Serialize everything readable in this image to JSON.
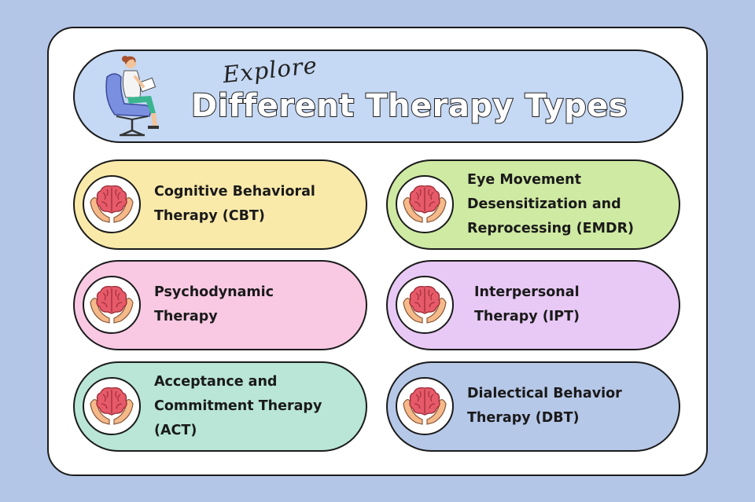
{
  "header": {
    "explore_text": "Explore",
    "title": "Different Therapy Types"
  },
  "therapies": [
    {
      "lines": [
        "Cognitive Behavioral",
        "Therapy (CBT)"
      ],
      "color": "#faeaaa"
    },
    {
      "lines": [
        "Eye Movement",
        "Desensitization and",
        "Reprocessing (EMDR)"
      ],
      "color": "#cfeaa3"
    },
    {
      "lines": [
        "Psychodynamic",
        "Therapy"
      ],
      "color": "#f9c9e3"
    },
    {
      "lines": [
        "Interpersonal",
        "Therapy (IPT)"
      ],
      "color": "#e8c9f5"
    },
    {
      "lines": [
        "Acceptance and",
        "Commitment Therapy",
        "(ACT)"
      ],
      "color": "#b9e6d6"
    },
    {
      "lines": [
        "Dialectical Behavior",
        "Therapy (DBT)"
      ],
      "color": "#b6c8e8"
    }
  ],
  "icons": {
    "emblem": "brain-in-hands-icon",
    "illustration": "person-reading-in-chair-illustration"
  },
  "colors": {
    "background": "#b4c6e7",
    "header": "#c5d8f4",
    "brain": "#e65a6a",
    "hands": "#f5b98a"
  }
}
